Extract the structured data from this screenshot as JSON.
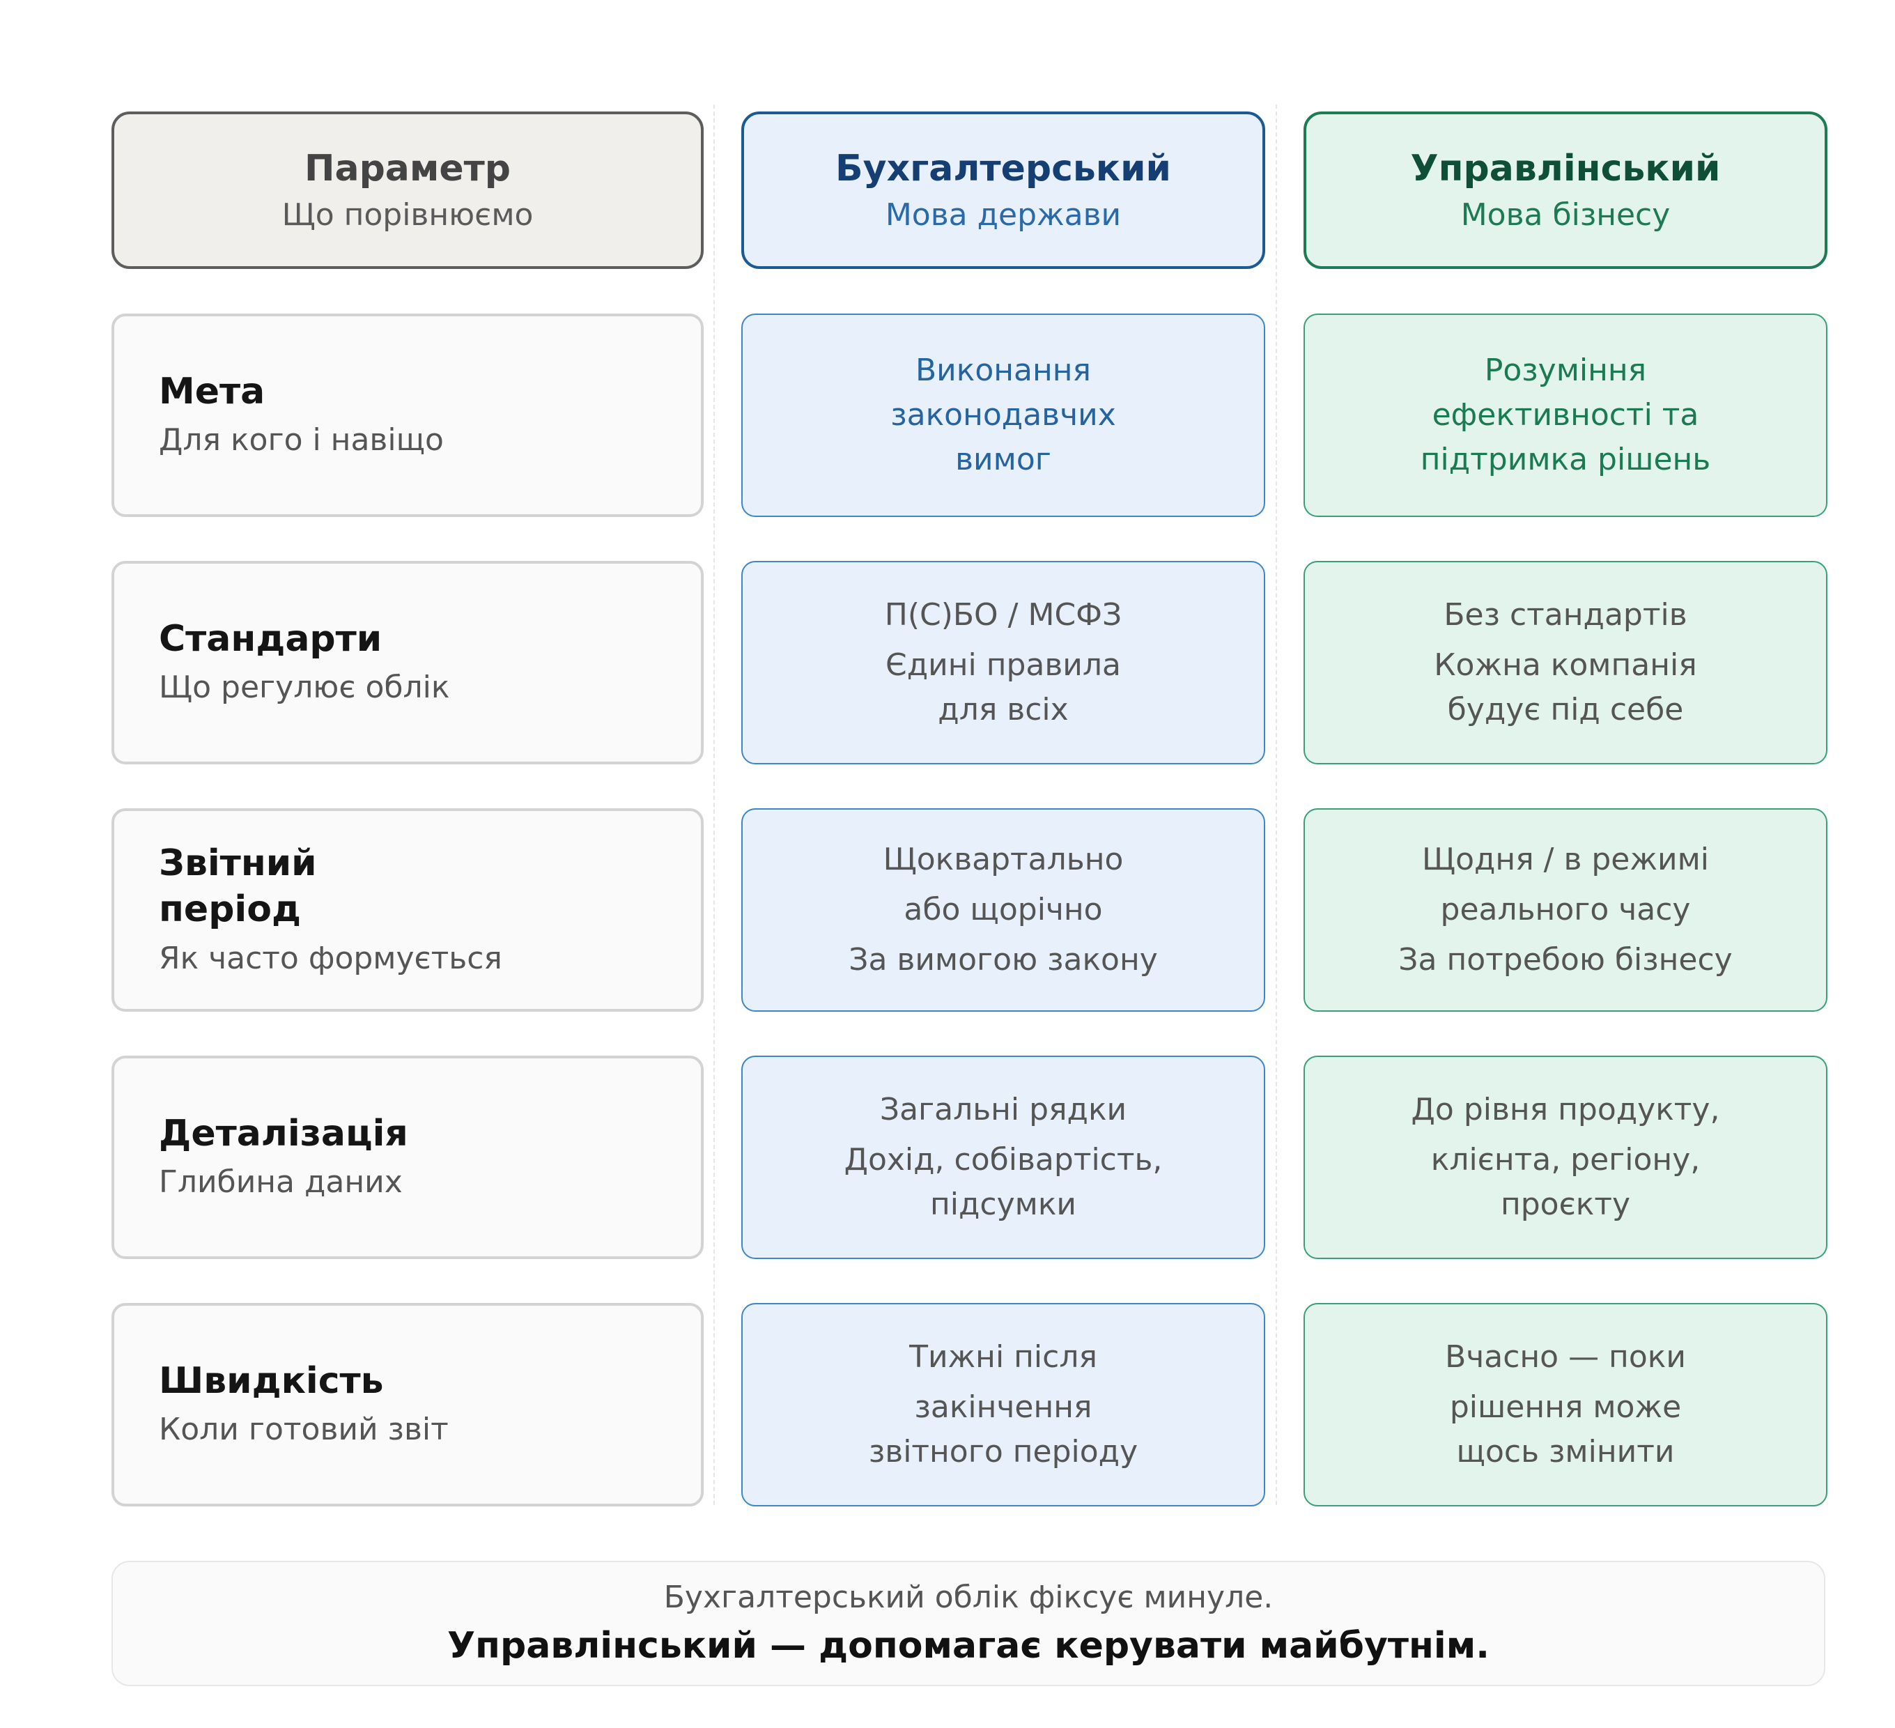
{
  "columns": {
    "param": {
      "title": "Параметр",
      "subtitle": "Що порівнюємо"
    },
    "accounting": {
      "title": "Бухгалтерський",
      "subtitle": "Мова держави"
    },
    "management": {
      "title": "Управлінський",
      "subtitle": "Мова бізнесу"
    }
  },
  "rows": [
    {
      "param": {
        "title": "Мета",
        "subtitle": "Для кого і навіщо"
      },
      "accounting": [
        "Виконання\nзаконодавчих\nвимог"
      ],
      "management": [
        "Розуміння\nефективності та\nпідтримка рішень"
      ]
    },
    {
      "param": {
        "title": "Стандарти",
        "subtitle": "Що регулює облік"
      },
      "accounting": [
        "П(С)БО / МСФЗ",
        "Єдині правила\nдля всіх"
      ],
      "management": [
        "Без стандартів",
        "Кожна компанія\nбудує під себе"
      ]
    },
    {
      "param": {
        "title": "Звітний\nперіод",
        "subtitle": "Як часто формується"
      },
      "accounting": [
        "Щоквартально",
        "або щорічно",
        "За вимогою закону"
      ],
      "management": [
        "Щодня / в режимі",
        "реального часу",
        "За потребою бізнесу"
      ]
    },
    {
      "param": {
        "title": "Деталізація",
        "subtitle": "Глибина даних"
      },
      "accounting": [
        "Загальні рядки",
        "Дохід, собівартість,\nпідсумки"
      ],
      "management": [
        "До рівня продукту,",
        "клієнта, регіону,\nпроєкту"
      ]
    },
    {
      "param": {
        "title": "Швидкість",
        "subtitle": "Коли готовий звіт"
      },
      "accounting": [
        "Тижні після",
        "закінчення\nзвітного періоду"
      ],
      "management": [
        "Вчасно — поки",
        "рішення може\nщось змінити"
      ]
    }
  ],
  "footer": {
    "line1": "Бухгалтерський облік фіксує минуле.",
    "line2": "Управлінський — допомагає керувати майбутнім."
  },
  "colors": {
    "accounting_accent": "#1c5a96",
    "management_accent": "#1f7a56",
    "param_accent": "#5d5d5d"
  }
}
